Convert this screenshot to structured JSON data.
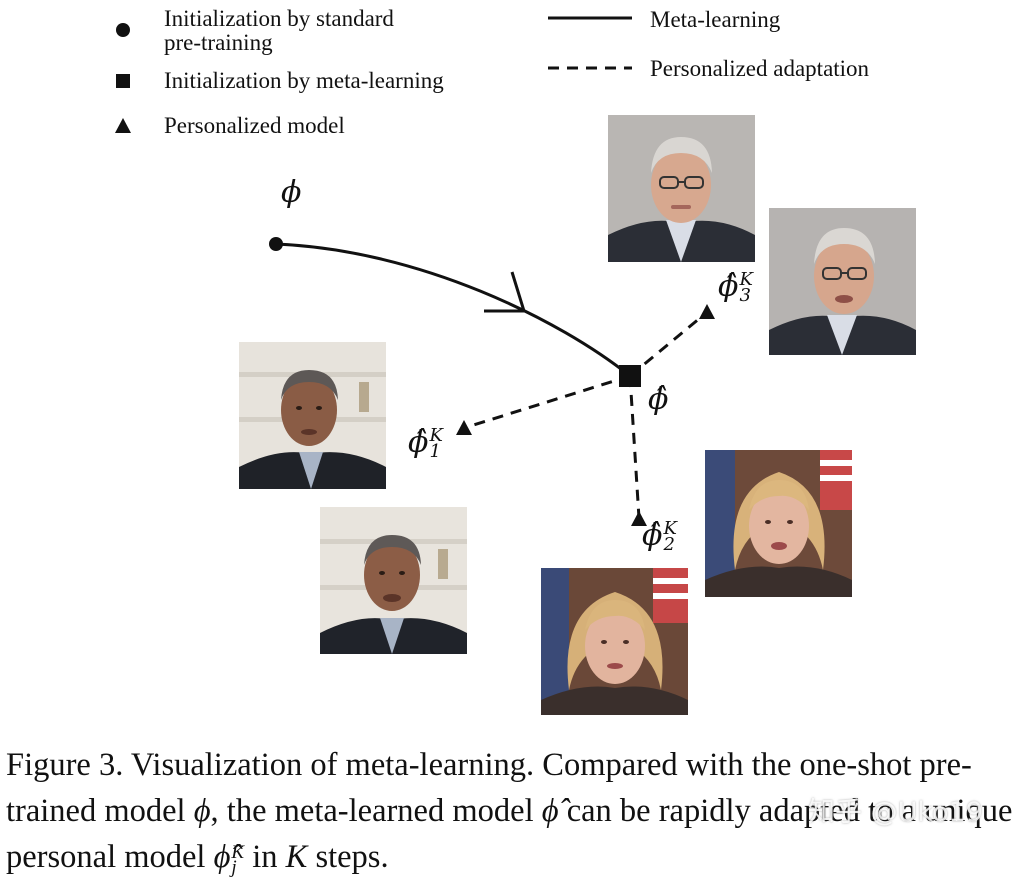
{
  "legend": {
    "markers": [
      {
        "shape": "circle",
        "line1": "Initialization by standard",
        "line2": "pre-training"
      },
      {
        "shape": "square",
        "line1": "Initialization by meta-learning",
        "line2": ""
      },
      {
        "shape": "triangle",
        "line1": "Personalized model",
        "line2": ""
      }
    ],
    "lines": [
      {
        "style": "solid",
        "label": "Meta-learning"
      },
      {
        "style": "dashed",
        "label": "Personalized adaptation"
      }
    ]
  },
  "nodes": {
    "phi": {
      "symbol": "ϕ"
    },
    "phi_hat": {
      "symbol": "ϕ̂"
    },
    "phi1": {
      "symbol": "ϕ̂",
      "sup": "K",
      "sub": "1"
    },
    "phi2": {
      "symbol": "ϕ̂",
      "sup": "K",
      "sub": "2"
    },
    "phi3": {
      "symbol": "ϕ̂",
      "sup": "K",
      "sub": "3"
    }
  },
  "caption": {
    "part1": "Figure 3. Visualization of meta-learning. Compared with the one-shot pre-trained model ",
    "sym1": "ϕ",
    "part2": ", the meta-learned model ",
    "sym2": "ϕ̂",
    "part3": " can be rapidly adapted to a unique personal model ",
    "sym3": "ϕ̂",
    "sym3_sup": "K",
    "sym3_sub": "j",
    "part4": " in ",
    "sym4": "K",
    "part5": " steps."
  },
  "watermark": "知乎 @Uko19",
  "colors": {
    "ink": "#111111",
    "bg": "#ffffff"
  },
  "photos": [
    {
      "name": "person-3-photo-a",
      "desc": "older man, gray hair, glasses"
    },
    {
      "name": "person-3-photo-b",
      "desc": "older man, gray hair, glasses"
    },
    {
      "name": "person-1-photo-a",
      "desc": "man, short gray hair, dark suit"
    },
    {
      "name": "person-1-photo-b",
      "desc": "man, short gray hair, dark suit"
    },
    {
      "name": "person-2-photo-a",
      "desc": "woman, blonde hair, flags behind"
    },
    {
      "name": "person-2-photo-b",
      "desc": "woman, blonde hair, flags behind"
    }
  ]
}
